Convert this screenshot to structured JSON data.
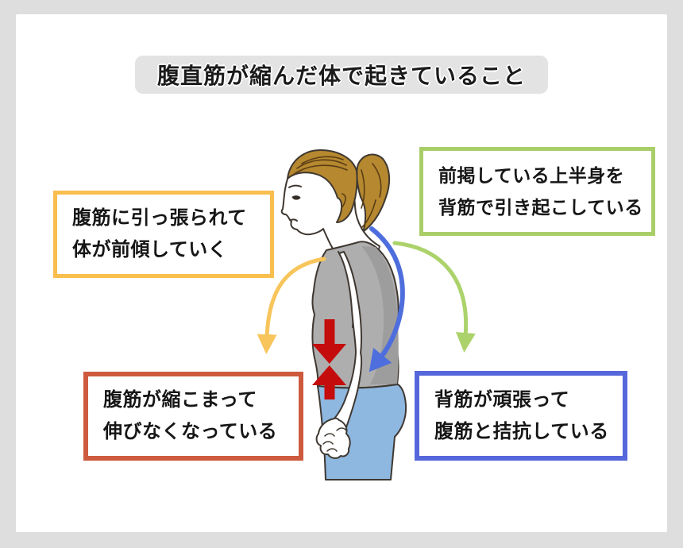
{
  "title": "腹直筋が縮んだ体で起きていること",
  "boxes": {
    "forward_lean": {
      "line1": "腹筋に引っ張られて",
      "line2": "体が前傾していく",
      "border_color": "#f8be4e"
    },
    "back_lift": {
      "line1": "前掲している上半身を",
      "line2": "背筋で引き起こしている",
      "border_color": "#a9ce69"
    },
    "abs_contracted": {
      "line1": "腹筋が縮こまって",
      "line2": "伸びなくなっている",
      "border_color": "#ce5a3e"
    },
    "back_antagonism": {
      "line1": "背筋が頑張って",
      "line2": "腹筋と拮抗している",
      "border_color": "#5667db"
    }
  },
  "arrows": {
    "yellow_curved_arrow": {
      "meaning": "腹筋に引っ張られて前傾",
      "color": "#f8c55c"
    },
    "green_curved_arrow": {
      "meaning": "背筋で引き起こす",
      "color": "#acd36b"
    },
    "blue_spine_arrow": {
      "meaning": "背筋の緊張",
      "color": "#4e6edd"
    },
    "red_compression_arrows": {
      "meaning": "腹筋が縮む",
      "color": "#c40c0c"
    }
  },
  "colors": {
    "page_background": "#dedede",
    "card_background": "#ffffff",
    "title_background": "#e3e3e3",
    "hair": "#b6882f",
    "tank_top": "#aeaeae",
    "pants": "#8fb8e0"
  }
}
